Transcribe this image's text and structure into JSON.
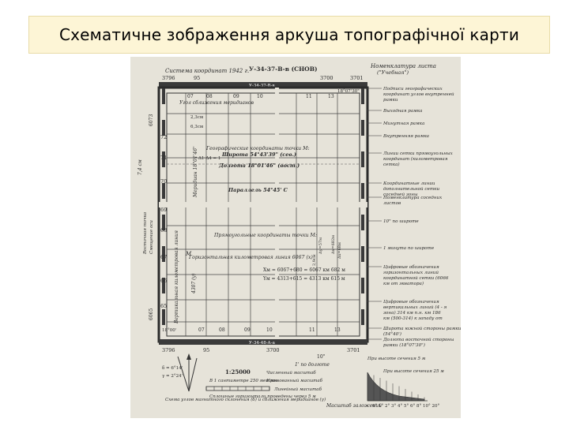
{
  "page": {
    "title": "Схематичне зображення аркуша топографічної карти"
  },
  "map": {
    "header_left": "Система координат 1942 г.",
    "header_nomenclature": "У-34-37-В-в (СНОВ)",
    "header_right": "Номенклатура листа",
    "header_right_sub": "(\"Учебная\")",
    "top_km": [
      "3796",
      "95",
      "3700",
      "3701"
    ],
    "top_bar": "У-34-37-В-в",
    "grid_top_nums": [
      "07",
      "08",
      "09",
      "10",
      "11",
      "13",
      "18°07'30\""
    ],
    "grid_bottom_nums": [
      "18°00'",
      "07",
      "08",
      "09",
      "10",
      "11",
      "13"
    ],
    "left_nums": [
      "6073",
      "72",
      "71",
      "70",
      "69",
      "68",
      "67",
      "66",
      "6065"
    ],
    "row_nums": [
      "72",
      "71",
      "70",
      "69",
      "68",
      "67",
      "66",
      "65"
    ],
    "bottom_bar": "У-34-48-А-а",
    "bottom_km": [
      "3796",
      "95",
      "3700",
      "3701"
    ],
    "center_labels": {
      "meridian_convergence": "Угол сближения меридианов",
      "geo_coords": "Географические координаты точки  М:",
      "latitude": "Широта 54°43'39\" (сев.)",
      "longitude": "Долгота 18°01'46\" (вост.)",
      "parallel": "Параллель 54°45' С",
      "rect_coords": "Прямоугольные координаты точки  М:",
      "horizontal_line": "Горизонтальная километровая линия 6067 (х)",
      "xm": "Xм = 6067+680 = 6067 км 682 м",
      "ym": "Yм = 4313+615 = 4313 км 615 м",
      "distance_1": "2,3см",
      "distance_2": "6,3см",
      "vertical_line": "Вертикальная километровая линия",
      "meridian": "Меридиан 18°01'46\"",
      "dist_a": "Δу=57м",
      "dist_b": "Δх=682м",
      "dist_c": "2,9см",
      "dist_d": "Δх=68м",
      "coord_4307": "4307 (у)",
      "m_label": "М",
      "delta_label": "Δ1-Δ4 = 1"
    },
    "left_side": {
      "scale_74": "7,4 см",
      "side_labels": [
        "Восточная точка",
        "Смещение оси"
      ]
    },
    "right_labels": [
      "Подписи географических координат углов внутренней рамки",
      "Выходная рамка",
      "Минутная рамка",
      "Внутренняя рамка",
      "Линии сетки прямоугольных координат (километровая сетка)",
      "Координатные линии дополнительной сетки соседней зоны",
      "Номенклатура соседних листов",
      "10\" по широте",
      "1 минута по широте",
      "Цифровые обозначения горизонтальных линий координатной сетки (6066 км от экватора)",
      "Цифровые обозначения вертикальных линий (4 - я зона) 314 км п.н. км 186 км (500-314) к западу от осевого меридиана зоны",
      "Широта южной стороны рамки (54°40')",
      "Долгота восточной стороны рамки (18°07'30\")"
    ],
    "bottom_legend": {
      "minute_label": "1' по долготе",
      "scale_num": "1:25000",
      "scale_num_label": "Численный масштаб",
      "named_scale_label": "Именованный масштаб",
      "named_scale": "В 1 сантиметре 250 метров",
      "relief_note": "Сплошные горизонтали проведены через 5 м",
      "linear_scale_label": "Линейный масштаб",
      "diagram_label": "Схема углов магнитного склонения (δ) и сближения меридианов (γ)",
      "delta_values": [
        "δ = 6°14'",
        "γ = 2°24'"
      ],
      "chart_label_1": "При высоте сечения 5 м",
      "chart_label_2": "При высоте сечения 25 м",
      "zal_label": "Масштаб заложений",
      "zal_ticks": "0° 1° 2° 3° 4° 5° 6° 8° 10° 20°",
      "ten_label": "10\""
    }
  }
}
